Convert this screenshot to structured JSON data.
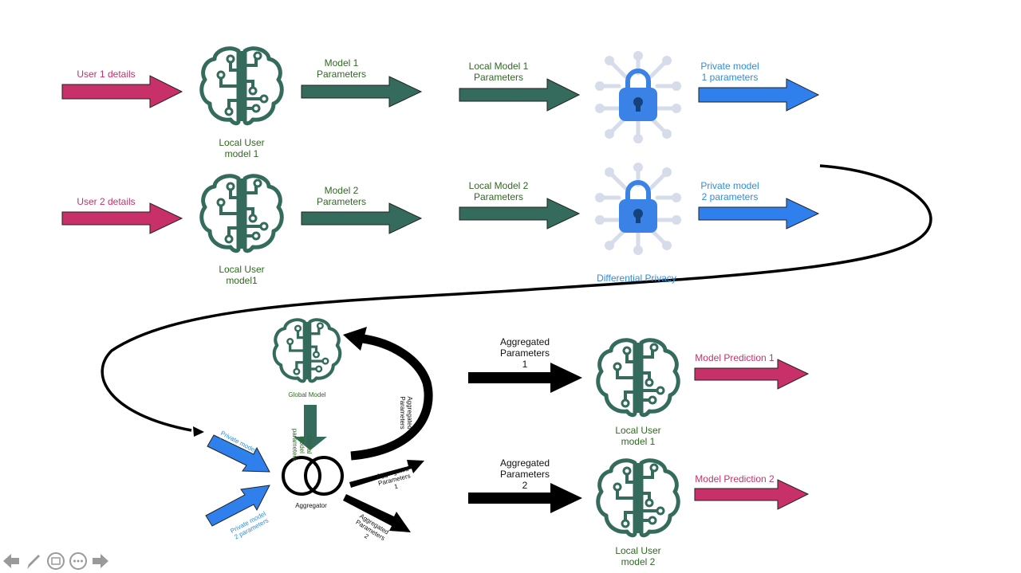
{
  "colors": {
    "pink": "#c8306a",
    "green": "#346b5c",
    "blue": "#2f80ed",
    "black": "#000000",
    "lock": "#3a82e6",
    "lock_halo": "#d6dcea"
  },
  "row1": {
    "input_label": "User 1 details",
    "model_label": "Local User\nmodel 1",
    "params_label": "Model 1\nParameters",
    "local_params_label": "Local Model 1\nParameters",
    "private_label": "Private model\n1 parameters"
  },
  "row2": {
    "input_label": "User 2 details",
    "model_label": "Local User\nmodel1",
    "params_label": "Model 2\nParameters",
    "local_params_label": "Local Model 2\nParameters",
    "private_label": "Private model\n2 parameters"
  },
  "dp_label": "Differential Privacy",
  "aggregation": {
    "global_model_label": "Global Model",
    "global_params_label": "Global\nModel\nparameters",
    "aggregated_curve_label": "Aggregated\nParameters",
    "private_in_1": "Private model\n1 parameters",
    "private_in_2": "Private model\n2 parameters",
    "aggregator_label": "Aggregator",
    "out_1": "Aggregated\nParameters\n1",
    "out_2": "Aggregated\nParameters\n2"
  },
  "outputs": [
    {
      "agg_label": "Aggregated\nParameters\n1",
      "model_label": "Local User\nmodel 1",
      "prediction_label": "Model Prediction 1"
    },
    {
      "agg_label": "Aggregated\nParameters\n2",
      "model_label": "Local User\nmodel 2",
      "prediction_label": "Model Prediction 2"
    }
  ],
  "toolbar": {
    "icons": [
      "arrow-left-icon",
      "pen-icon",
      "slide-icon",
      "more-icon",
      "arrow-right-icon"
    ]
  }
}
